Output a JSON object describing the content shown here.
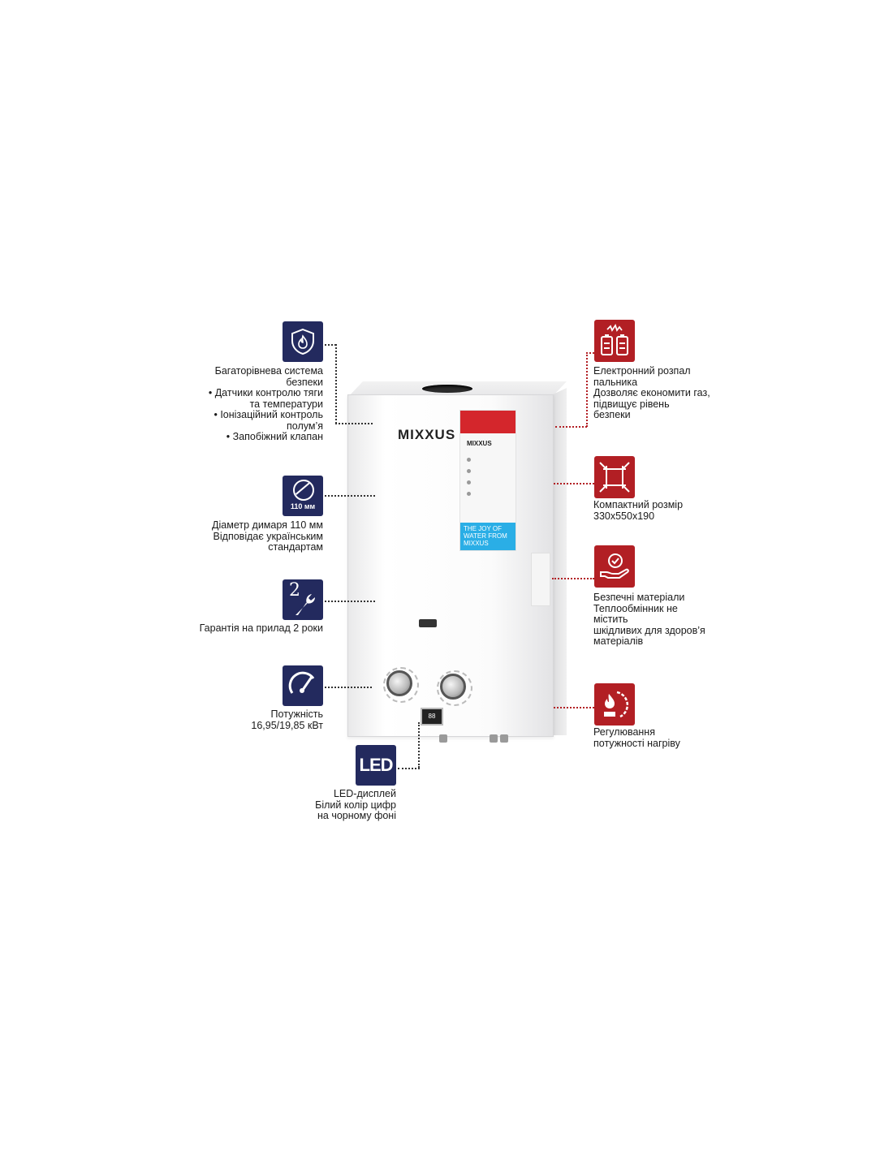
{
  "brand": {
    "logo": "MIXXUS",
    "sticker_logo": "MIXXUS",
    "sticker_slogan": "THE JOY OF WATER FROM MIXXUS"
  },
  "features_left": [
    {
      "icon": "shield-flame-icon",
      "lines": [
        "Багаторівнева система",
        "безпеки",
        "• Датчики контролю тяги",
        "та температури",
        "• Іонізаційний контроль",
        "полум’я",
        "• Запобіжний клапан"
      ]
    },
    {
      "icon": "chimney-diameter-icon",
      "icon_text": "110 мм",
      "lines": [
        "Діаметр димаря 110 мм",
        "Відповідає українським",
        "стандартам"
      ]
    },
    {
      "icon": "wrench-warranty-icon",
      "icon_text": "2",
      "lines": [
        "Гарантія на прилад 2 роки"
      ]
    },
    {
      "icon": "power-gauge-icon",
      "lines": [
        "Потужність",
        "16,95/19,85 кВт"
      ]
    },
    {
      "icon": "led-display-icon",
      "icon_text": "LED",
      "lines": [
        "LED-дисплей",
        "Білий колір цифр",
        "на чорному фоні"
      ]
    }
  ],
  "features_right": [
    {
      "icon": "battery-ignition-icon",
      "lines": [
        "Електронний розпал",
        "пальника",
        "Дозволяє економити газ,",
        "підвищує рівень",
        "безпеки"
      ]
    },
    {
      "icon": "compact-size-icon",
      "lines": [
        "Компактний розмір",
        "330x550x190"
      ]
    },
    {
      "icon": "safe-materials-icon",
      "lines": [
        "Безпечні матеріали",
        "Теплообмінник не",
        "містить",
        "шкідливих для здоров’я",
        "матеріалів"
      ]
    },
    {
      "icon": "heat-regulation-icon",
      "lines": [
        "Регулювання",
        "потужності нагріву"
      ]
    }
  ],
  "colors": {
    "navy": "#232a5e",
    "red": "#b21f24",
    "sky": "#2aaee6"
  }
}
